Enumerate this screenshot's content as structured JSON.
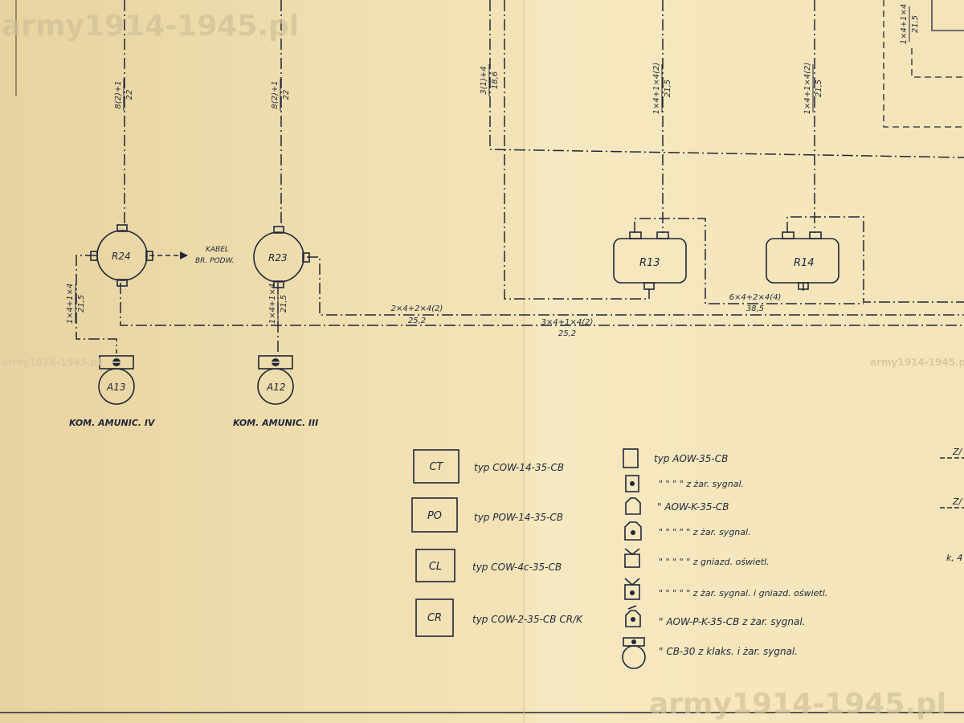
{
  "watermark": {
    "top_left": "army1914-1945.pl",
    "bottom_right": "army1914-1945.pl",
    "mid_left": "army1914-1945.pl",
    "mid_right": "army1914-1945.pl"
  },
  "colors": {
    "paper": "#f3e3b7",
    "ink": "#1f2738"
  },
  "nodes": {
    "r24": "R24",
    "r23": "R23",
    "r13": "R13",
    "r14": "R14",
    "a13": "A13",
    "a12": "A12"
  },
  "cables": {
    "r24_up_a": "8(2)+1",
    "r24_up_b": "22",
    "r23_up_a": "8(2)+1",
    "r23_up_b": "22",
    "mid_a": "3(1)+4",
    "mid_b": "18,6",
    "r13_up_a": "1×4+1×4(2)",
    "r13_up_b": "21,5",
    "r14_up_a": "1×4+1×4(2)",
    "r14_up_b": "21,5",
    "a13_a": "1×4+1×4",
    "a13_b": "21,5",
    "a12_a": "1×4+1×4",
    "a12_b": "21,5",
    "topright_a": "1×4+1×4",
    "topright_b": "21,5",
    "bus1_a": "2×4+2×4(2)",
    "bus1_b": "25,2",
    "bus2_a": "3×4+1×4(2)",
    "bus2_b": "25,2",
    "r13_r14_a": "6×4+2×4(4)",
    "r13_r14_b": "38,5"
  },
  "kabel_label": [
    "KABEL",
    "BR. PODW."
  ],
  "captions": {
    "a13": "KOM. AMUNIC. IV",
    "a12": "KOM. AMUNIC. III"
  },
  "legend_left": [
    {
      "code": "CT",
      "text": "typ COW-14-35-CB"
    },
    {
      "code": "PO",
      "text": "typ POW-14-35-CB"
    },
    {
      "code": "CL",
      "text": "typ COW-4c-35-CB"
    },
    {
      "code": "CR",
      "text": "typ COW-2-35-CB  CR/K"
    }
  ],
  "legend_right": [
    {
      "icon": "plain-box-icon",
      "text": "typ AOW-35-CB"
    },
    {
      "icon": "box-lamp-icon",
      "text": "\"   \"   \"   \" z żar. sygnal."
    },
    {
      "icon": "box-notched-icon",
      "text": "\" AOW-K-35-CB"
    },
    {
      "icon": "box-notched-lamp-icon",
      "text": "\"  \"  \"  \"  \" z żar. sygnal."
    },
    {
      "icon": "box-socket-icon",
      "text": "\"  \"  \"  \"  \" z gniazd. oświetl."
    },
    {
      "icon": "box-socket-lamp-icon",
      "text": "\"  \"  \"  \"  \" z żar. sygnal. i gniazd. oświetl."
    },
    {
      "icon": "box-pk-icon",
      "text": "\" AOW-P-K-35-CB z żar. sygnal."
    },
    {
      "icon": "horn-lamp-icon",
      "text": "\" CB-30 z klaks. i żar. sygnal."
    }
  ],
  "edge_fragments": [
    "Z/",
    "Z/",
    "k, 4"
  ]
}
